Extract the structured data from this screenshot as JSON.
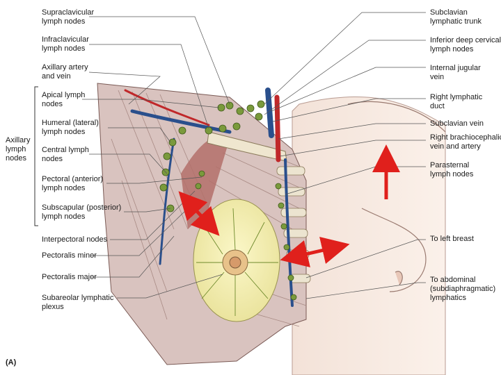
{
  "figure_letter": "(A)",
  "left_labels": [
    {
      "id": "supraclavicular",
      "lines": [
        "Supraclavicular",
        "lymph nodes"
      ]
    },
    {
      "id": "infraclavicular",
      "lines": [
        "Infraclavicular",
        "lymph nodes"
      ]
    },
    {
      "id": "axillary-artery-vein",
      "lines": [
        "Axillary artery",
        "and vein"
      ]
    },
    {
      "id": "apical",
      "lines": [
        "Apical lymph",
        "nodes"
      ]
    },
    {
      "id": "humeral",
      "lines": [
        "Humeral (lateral)",
        "lymph nodes"
      ]
    },
    {
      "id": "central",
      "lines": [
        "Central lymph",
        "nodes"
      ]
    },
    {
      "id": "pectoral",
      "lines": [
        "Pectoral (anterior)",
        "lymph nodes"
      ]
    },
    {
      "id": "subscapular",
      "lines": [
        "Subscapular (posterior)",
        "lymph nodes"
      ]
    },
    {
      "id": "interpectoral",
      "lines": [
        "Interpectoral nodes"
      ]
    },
    {
      "id": "pectoralis-minor",
      "lines": [
        "Pectoralis minor"
      ]
    },
    {
      "id": "pectoralis-major",
      "lines": [
        "Pectoralis major"
      ]
    },
    {
      "id": "subareolar",
      "lines": [
        "Subareolar lymphatic",
        "plexus"
      ]
    }
  ],
  "axillary_group": {
    "lines": [
      "Axillary",
      "lymph",
      "nodes"
    ]
  },
  "right_labels": [
    {
      "id": "subclavian-trunk",
      "lines": [
        "Subclavian",
        "lymphatic trunk"
      ]
    },
    {
      "id": "inferior-deep-cervical",
      "lines": [
        "Inferior deep cervical",
        "lymph nodes"
      ]
    },
    {
      "id": "internal-jugular",
      "lines": [
        "Internal jugular",
        "vein"
      ]
    },
    {
      "id": "right-lymphatic-duct",
      "lines": [
        "Right lymphatic",
        "duct"
      ]
    },
    {
      "id": "subclavian-vein",
      "lines": [
        "Subclavian vein"
      ]
    },
    {
      "id": "right-brachiocephalic",
      "lines": [
        "Right brachiocephalic",
        "vein and artery"
      ]
    },
    {
      "id": "parasternal",
      "lines": [
        "Parasternal",
        "lymph nodes"
      ]
    },
    {
      "id": "to-left-breast",
      "lines": [
        "To left breast"
      ]
    },
    {
      "id": "to-abdominal",
      "lines": [
        "To abdominal",
        "(subdiaphragmatic)",
        "lymphatics"
      ]
    }
  ],
  "colors": {
    "arrow": "#e0201c",
    "vein": "#2a4f8c",
    "artery": "#c0282a",
    "lymph_node": "#7a9a3c",
    "breast_tissue": "#f2eeb0",
    "muscle": "#b3706a",
    "skin": "#f6e8e0",
    "leader_line": "#555555"
  },
  "icons": [
    "double-headed-arrow",
    "up-arrow"
  ]
}
